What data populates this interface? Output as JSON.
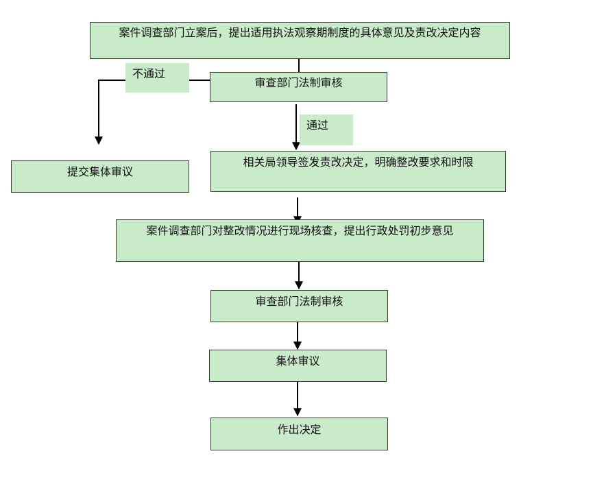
{
  "nodes": {
    "start": "案件调查部门立案后，提出适用执法观察期制度的具体意见及责改决定内容",
    "legal_review_1": "审查部门法制审核",
    "collective_review_1": "提交集体审议",
    "leader_sign": "相关局领导签发责改决定，明确整改要求和时限",
    "site_inspection": "案件调查部门对整改情况进行现场核查，提出行政处罚初步意见",
    "legal_review_2": "审查部门法制审核",
    "collective_review_2": "集体审议",
    "decision": "作出决定"
  },
  "edge_labels": {
    "fail": "不通过",
    "pass": "通过"
  },
  "colors": {
    "box_fill": "#c9ebc9",
    "box_border": "#3a3a3a",
    "line": "#000000"
  }
}
